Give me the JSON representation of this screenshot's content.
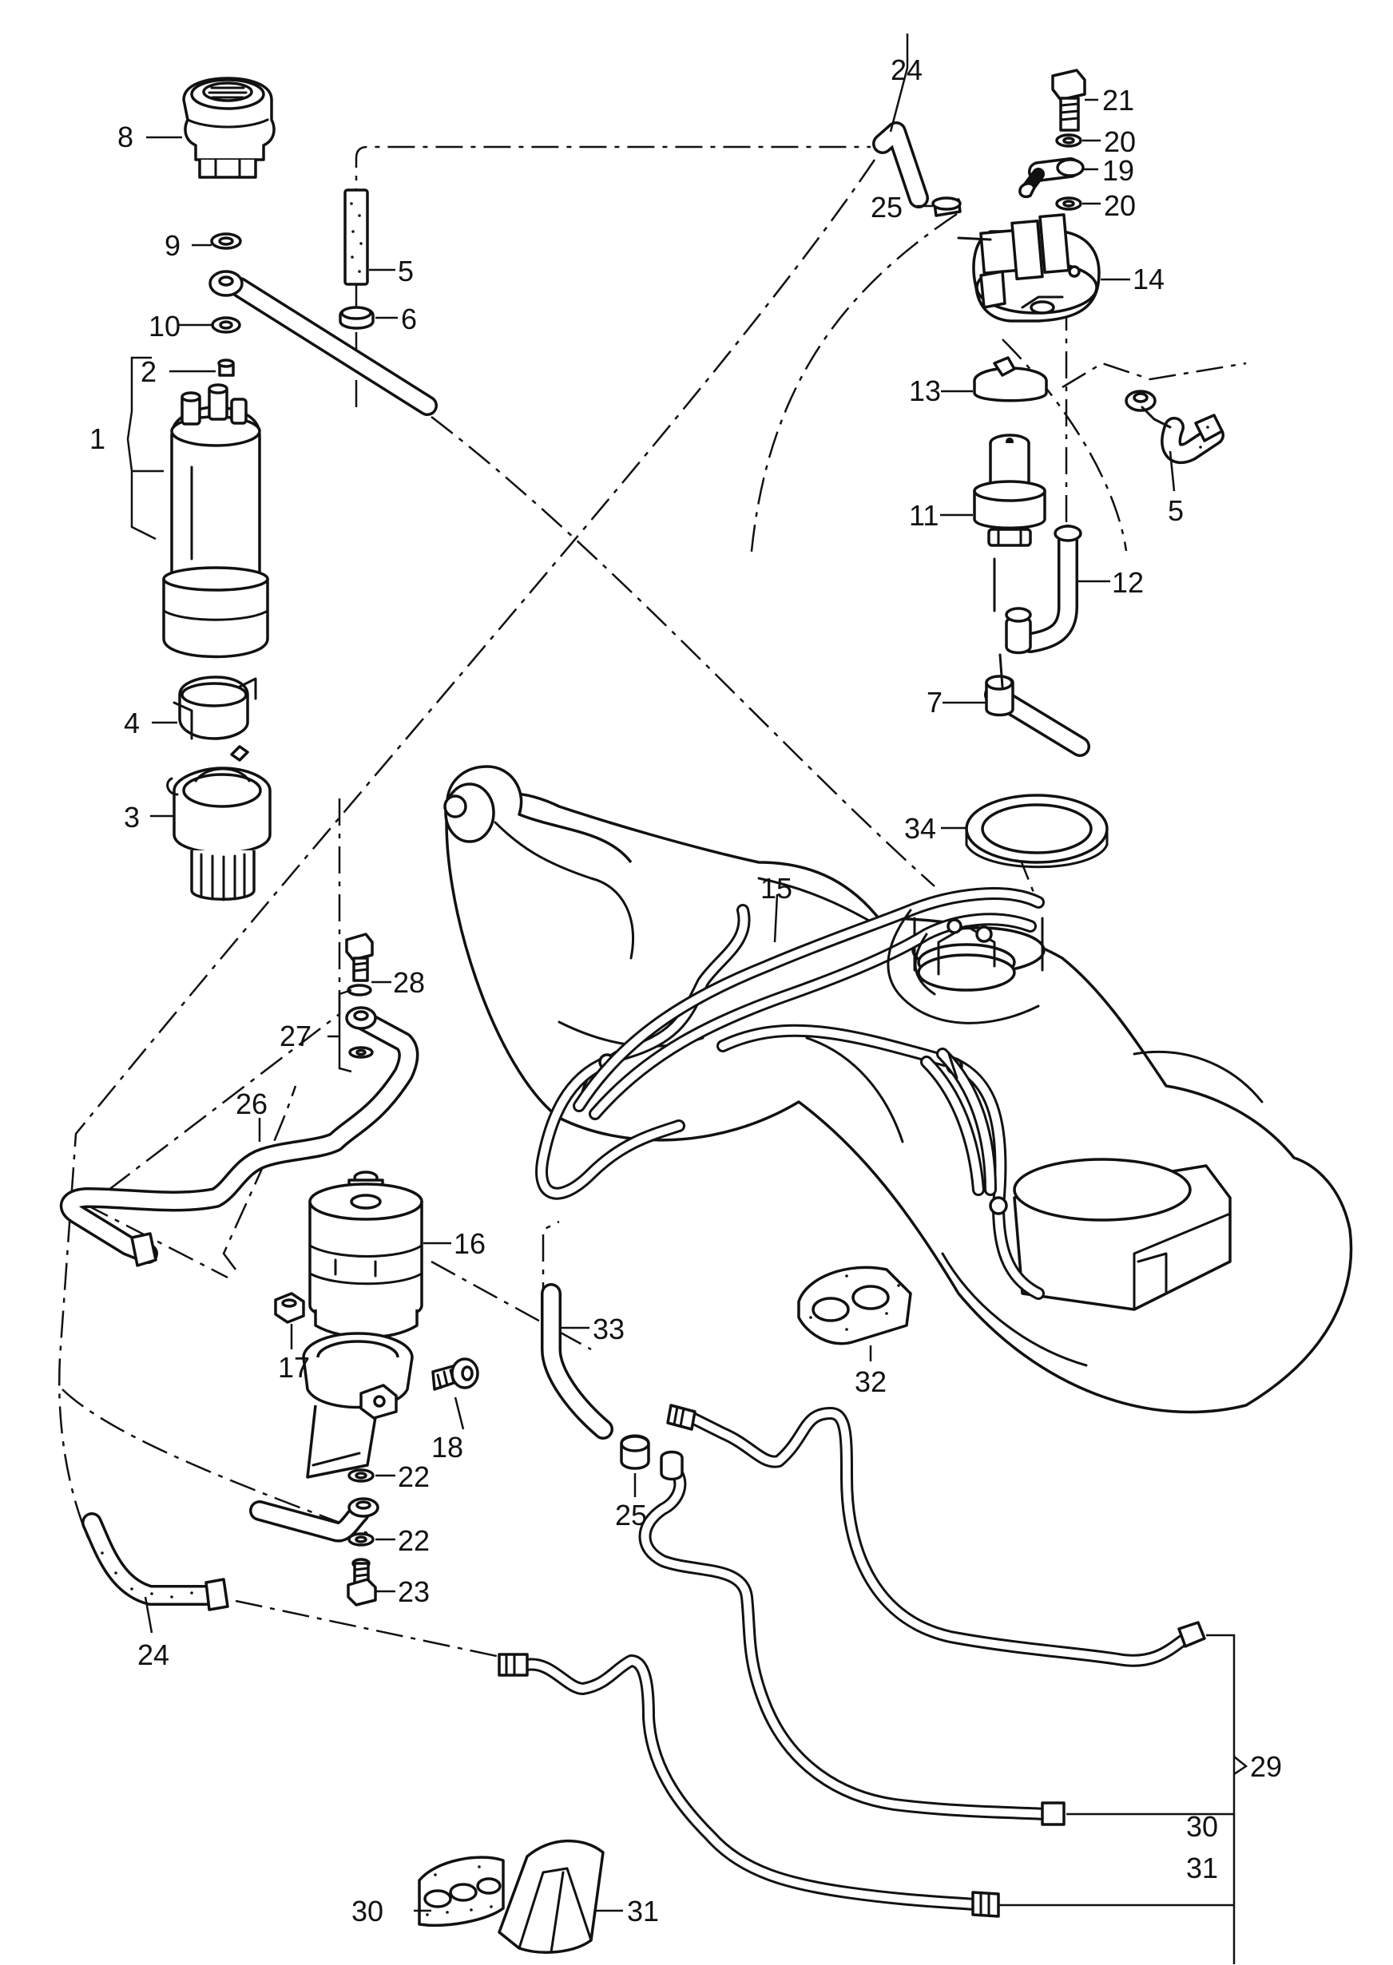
{
  "callouts": [
    {
      "id": "c8",
      "text": "8"
    },
    {
      "id": "c9",
      "text": "9"
    },
    {
      "id": "c10",
      "text": "10"
    },
    {
      "id": "c2",
      "text": "2"
    },
    {
      "id": "c1",
      "text": "1"
    },
    {
      "id": "c4",
      "text": "4"
    },
    {
      "id": "c3",
      "text": "3"
    },
    {
      "id": "c5a",
      "text": "5"
    },
    {
      "id": "c6",
      "text": "6"
    },
    {
      "id": "c24a",
      "text": "24"
    },
    {
      "id": "c25a",
      "text": "25"
    },
    {
      "id": "c21",
      "text": "21"
    },
    {
      "id": "c20a",
      "text": "20"
    },
    {
      "id": "c19",
      "text": "19"
    },
    {
      "id": "c20b",
      "text": "20"
    },
    {
      "id": "c14",
      "text": "14"
    },
    {
      "id": "c13",
      "text": "13"
    },
    {
      "id": "c5b",
      "text": "5"
    },
    {
      "id": "c11",
      "text": "11"
    },
    {
      "id": "c12",
      "text": "12"
    },
    {
      "id": "c7",
      "text": "7"
    },
    {
      "id": "c34",
      "text": "34"
    },
    {
      "id": "c15",
      "text": "15"
    },
    {
      "id": "c28",
      "text": "28"
    },
    {
      "id": "c27",
      "text": "27"
    },
    {
      "id": "c26",
      "text": "26"
    },
    {
      "id": "c16",
      "text": "16"
    },
    {
      "id": "c17",
      "text": "17"
    },
    {
      "id": "c18",
      "text": "18"
    },
    {
      "id": "c33",
      "text": "33"
    },
    {
      "id": "c32",
      "text": "32"
    },
    {
      "id": "c25b",
      "text": "25"
    },
    {
      "id": "c22a",
      "text": "22"
    },
    {
      "id": "c22b",
      "text": "22"
    },
    {
      "id": "c23",
      "text": "23"
    },
    {
      "id": "c24b",
      "text": "24"
    },
    {
      "id": "c29",
      "text": "29"
    },
    {
      "id": "c30a",
      "text": "30"
    },
    {
      "id": "c31a",
      "text": "31"
    },
    {
      "id": "c30b",
      "text": "30"
    },
    {
      "id": "c31b",
      "text": "31"
    }
  ]
}
